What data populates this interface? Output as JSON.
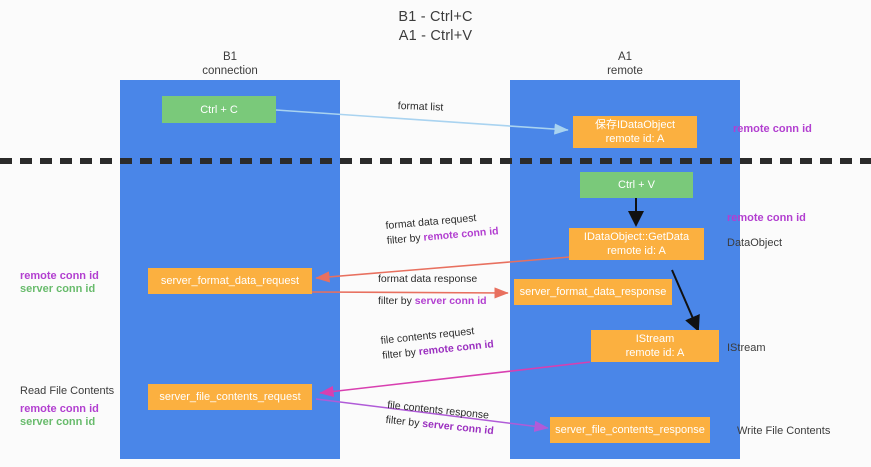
{
  "title": {
    "line1": "B1 - Ctrl+C",
    "line2": "A1 - Ctrl+V"
  },
  "columns": [
    {
      "name": "B1",
      "sub": "connection"
    },
    {
      "name": "A1",
      "sub": "remote"
    }
  ],
  "nodes": {
    "ctrl_c": {
      "label": "Ctrl + C"
    },
    "ctrl_v": {
      "label": "Ctrl + V"
    },
    "save_dataobject": {
      "line1": "保存IDataObject",
      "line2": "remote id: A"
    },
    "getdata": {
      "line1": "IDataObject::GetData",
      "line2": "remote id: A"
    },
    "istream": {
      "line1": "IStream",
      "line2": "remote id: A"
    },
    "server_format_data_request": {
      "label": "server_format_data_request"
    },
    "server_format_data_response": {
      "label": "server_format_data_response"
    },
    "server_file_contents_request": {
      "label": "server_file_contents_request"
    },
    "server_file_contents_response": {
      "label": "server_file_contents_response"
    }
  },
  "edges": {
    "format_list": {
      "label": "format list"
    },
    "format_data_request": {
      "line1": "format data request",
      "line2_prefix": "filter by ",
      "line2_highlight": "remote conn id"
    },
    "format_data_response": {
      "line1": "format data response",
      "line2_prefix": "filter by ",
      "line2_highlight": "server conn id"
    },
    "file_contents_request": {
      "line1": "file contents request",
      "line2_prefix": "filter by ",
      "line2_highlight": "remote conn id"
    },
    "file_contents_response": {
      "line1": "file contents response",
      "line2_prefix": "filter by ",
      "line2_highlight": "server conn id"
    }
  },
  "annotations": {
    "right_remote_conn_id_top": "remote conn id",
    "right_remote_conn_id_mid": "remote conn id",
    "right_dataobject": "DataObject",
    "right_istream": "IStream",
    "right_write_file_contents": "Write File Contents",
    "left_remote_conn_id_mid": "remote conn id",
    "left_server_conn_id_mid": "server conn id",
    "left_read_file_contents": "Read File Contents",
    "left_remote_conn_id_bottom": "remote conn id",
    "left_server_conn_id_bottom": "server conn id"
  },
  "colors": {
    "lane": "#4a86e8",
    "node_green": "#7ac97a",
    "node_orange": "#fbb040",
    "arrow_blue": "#a9d3f0",
    "arrow_red": "#e8705f",
    "arrow_magenta": "#d83fb0",
    "arrow_violet": "#b05bd8",
    "arrow_black": "#111111",
    "purple_text": "#b23fd0",
    "green_text": "#68bb6c",
    "divider": "#2b2b2b"
  }
}
